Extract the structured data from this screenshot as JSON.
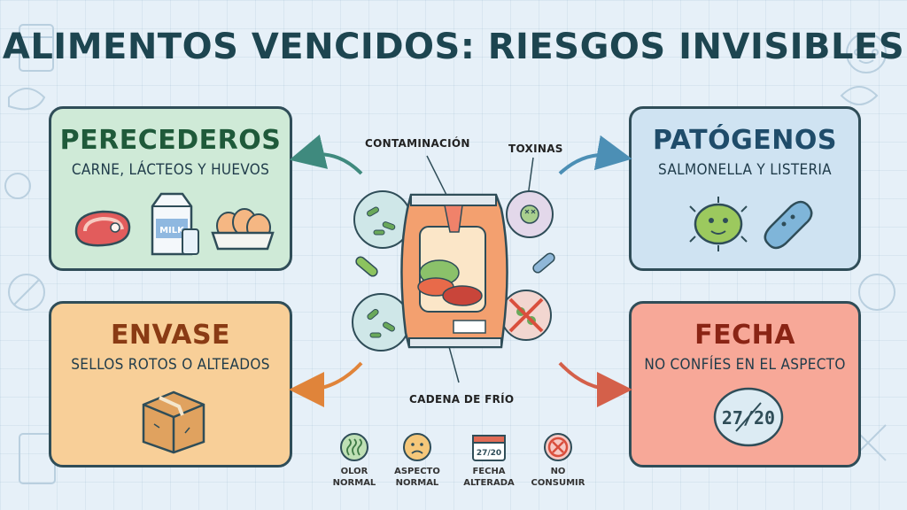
{
  "title": "ALIMENTOS VENCIDOS: RIESGOS INVISIBLES",
  "cards": {
    "perecederos": {
      "title": "PERECEDEROS",
      "subtitle": "CARNE, LÁCTEOS Y HUEVOS",
      "milk_label": "MILK"
    },
    "patogenos": {
      "title": "PATÓGENOS",
      "subtitle": "SALMONELLA Y LISTERIA"
    },
    "envase": {
      "title": "ENVASE",
      "subtitle": "SELLOS ROTOS O ALTEADOS"
    },
    "fecha": {
      "title": "FECHA",
      "subtitle": "NO CONFÍES EN EL ASPECTO",
      "date": "27/20"
    }
  },
  "center": {
    "contaminacion": "CONTAMINACIÓN",
    "toxinas": "TOXINAS",
    "cadena": "CADENA DE FRÍO"
  },
  "legend": [
    {
      "line1": "OLOR",
      "line2": "NORMAL",
      "icon": "odor-icon"
    },
    {
      "line1": "ASPECTO",
      "line2": "NORMAL",
      "icon": "sad-face-icon"
    },
    {
      "line1": "FECHA",
      "line2": "ALTERADA",
      "icon": "calendar-icon",
      "date": "27/20"
    },
    {
      "line1": "NO",
      "line2": "CONSUMIR",
      "icon": "prohibited-icon"
    }
  ],
  "colors": {
    "green_card": "#cfead7",
    "blue_card": "#cfe3f2",
    "orange_card": "#f8cf98",
    "red_card": "#f7a898",
    "title": "#1d4550"
  }
}
